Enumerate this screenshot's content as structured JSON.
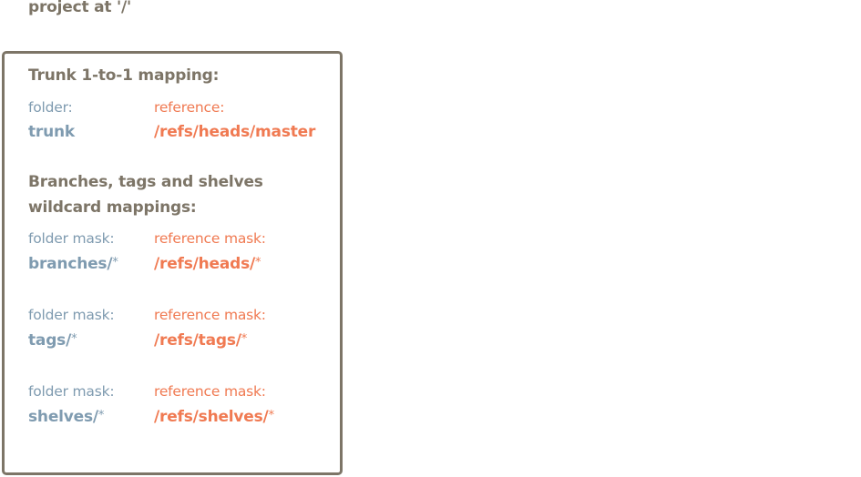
{
  "header": {
    "text": "project at '/'"
  },
  "colors": {
    "border": "#7d7567",
    "heading": "#7d7567",
    "folder": "#7f9bb0",
    "reference": "#f07a52"
  },
  "trunk_section": {
    "title": "Trunk 1-to-1 mapping:",
    "folder_label": "folder:",
    "reference_label": "reference:",
    "folder_value": "trunk",
    "reference_value": "/refs/heads/master"
  },
  "wildcard_section": {
    "title_line1": "Branches, tags and shelves",
    "title_line2": "wildcard mappings:",
    "mappings": [
      {
        "folder_label": "folder mask:",
        "reference_label": "reference mask:",
        "folder_value": "branches/",
        "reference_value": "/refs/heads/",
        "wildcard": "*"
      },
      {
        "folder_label": "folder mask:",
        "reference_label": "reference mask:",
        "folder_value": "tags/",
        "reference_value": "/refs/tags/",
        "wildcard": "*"
      },
      {
        "folder_label": "folder mask:",
        "reference_label": "reference mask:",
        "folder_value": "shelves/",
        "reference_value": "/refs/shelves/",
        "wildcard": "*"
      }
    ]
  }
}
